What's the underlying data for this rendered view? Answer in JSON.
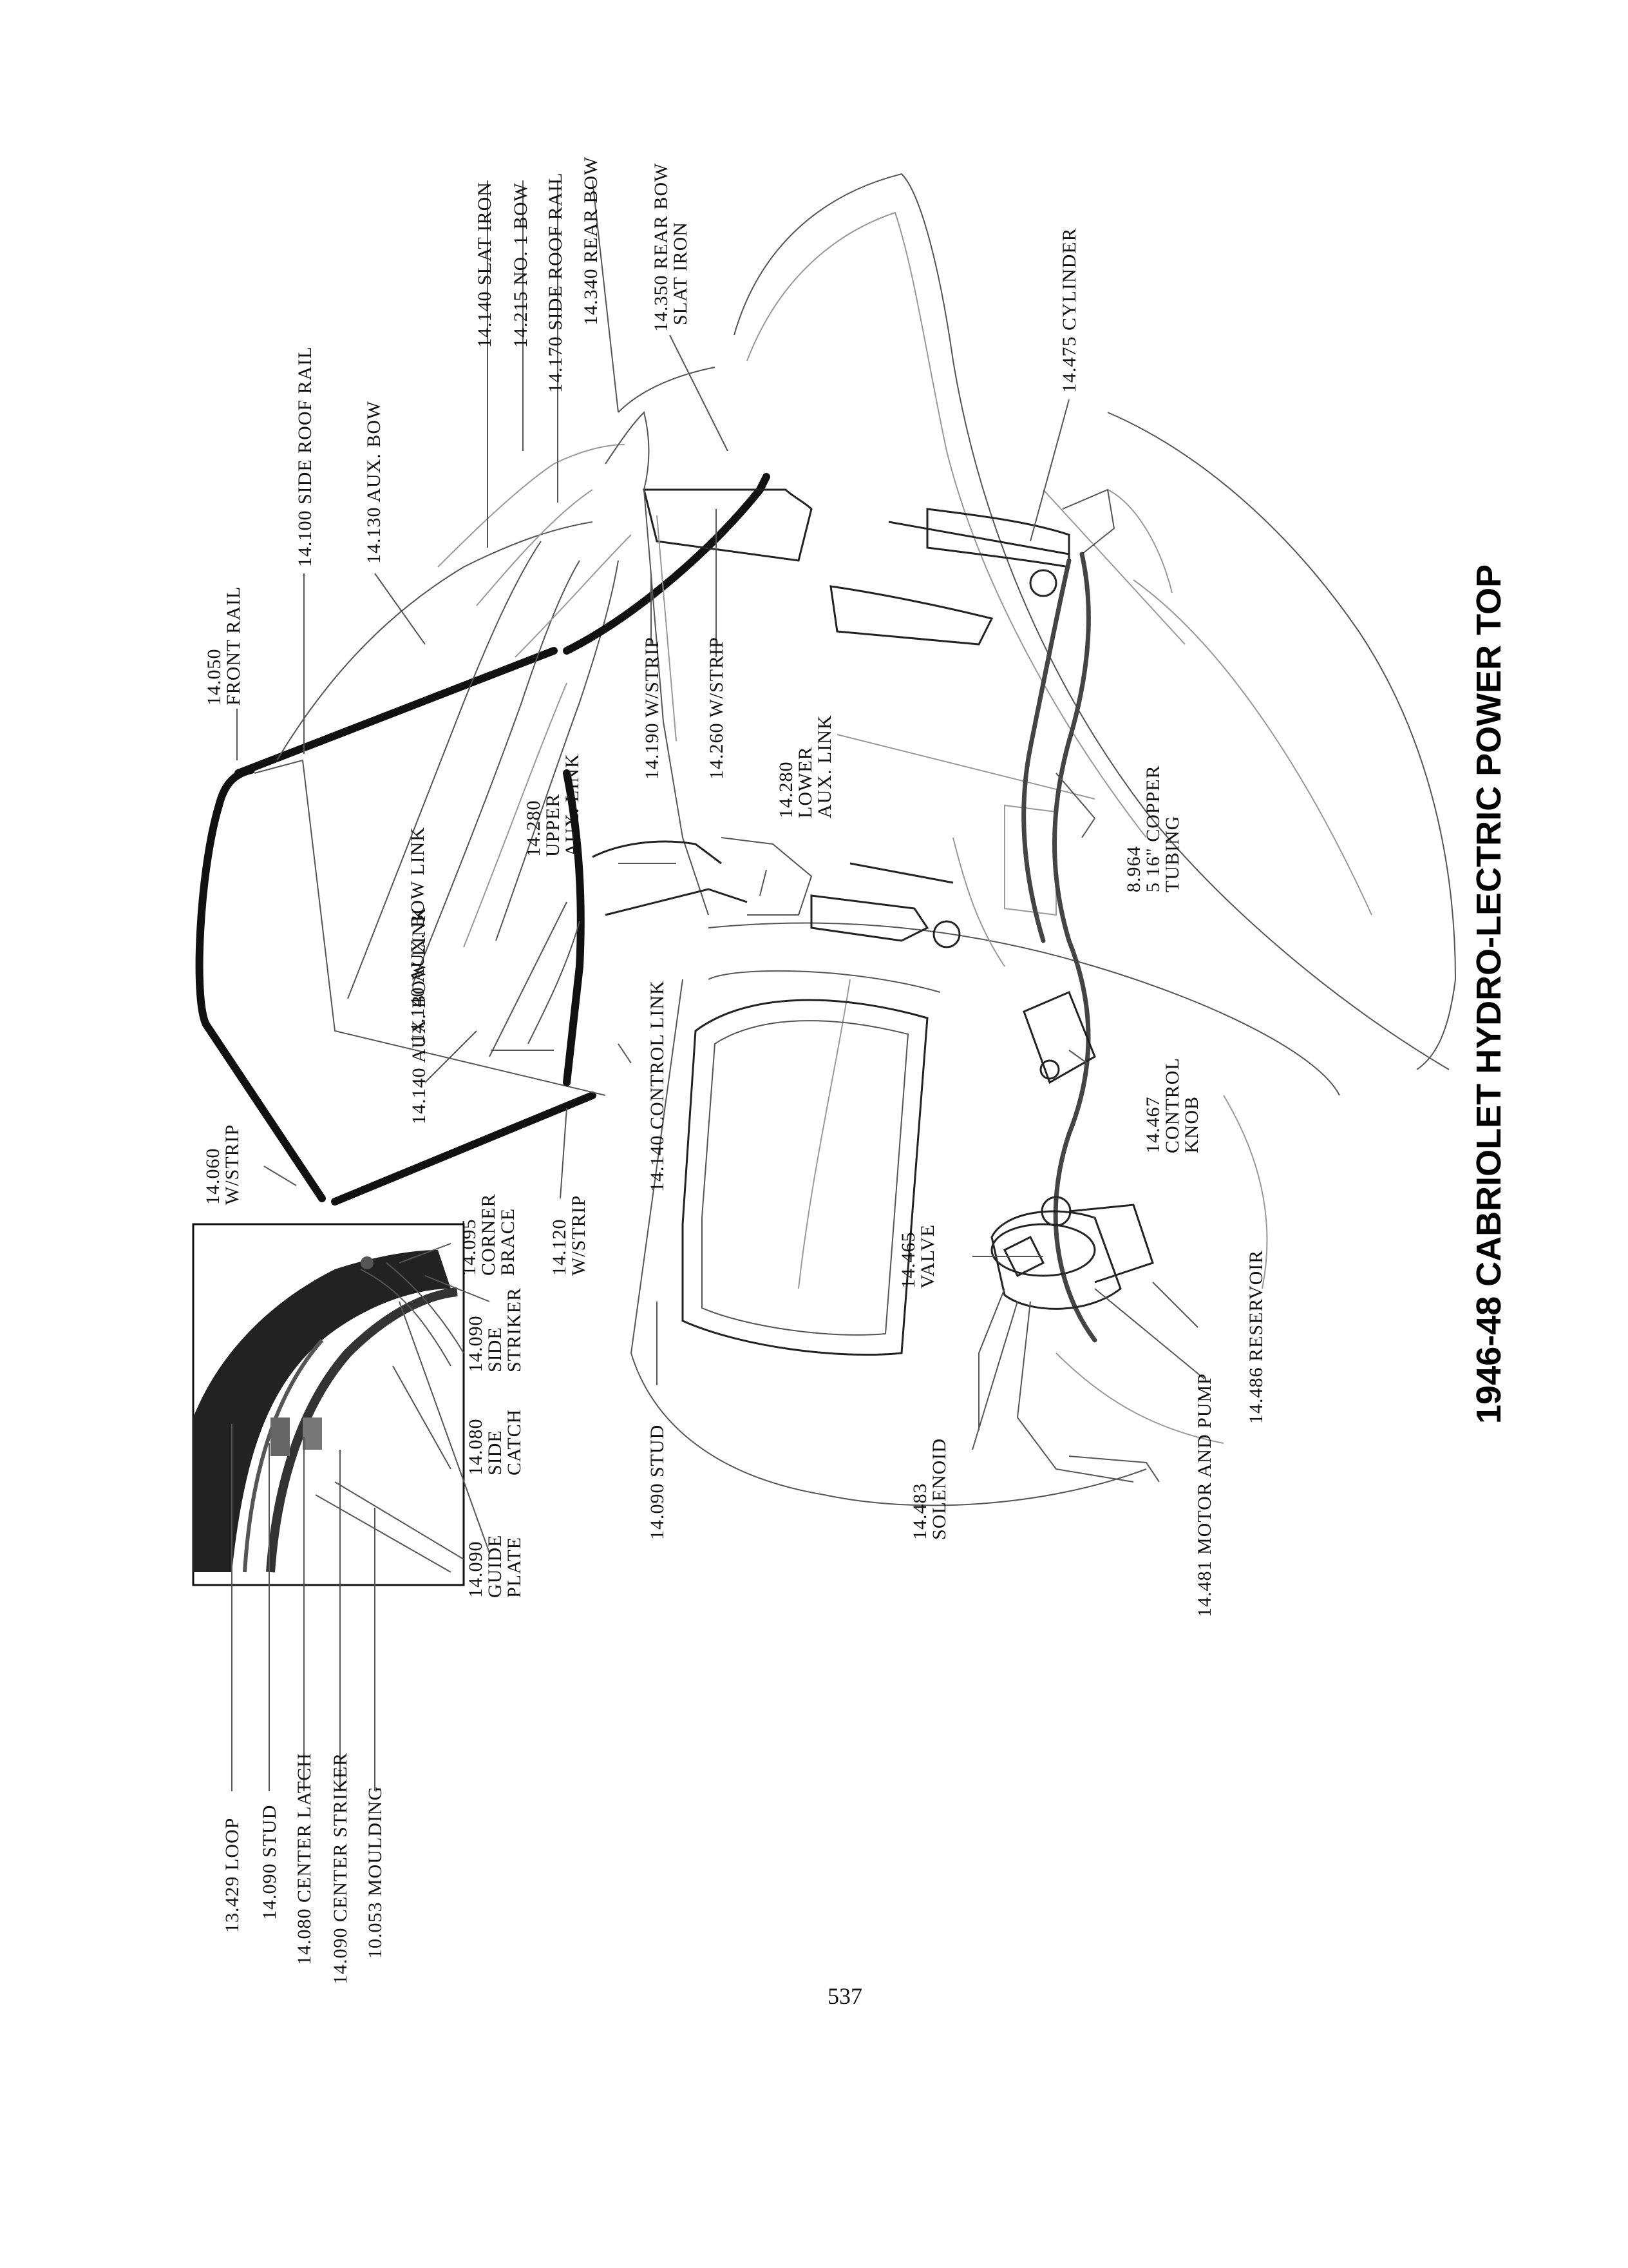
{
  "title": "1946-48 CABRIOLET HYDRO-LECTRIC POWER TOP",
  "page_number": "537",
  "callouts": {
    "slat_iron": "14.140 SLAT IRON",
    "no1_bow": "14.215 NO. 1 BOW",
    "side_roof_rail_top": "14.170 SIDE ROOF RAIL",
    "rear_bow": "14.340 REAR BOW",
    "rear_bow_slat_iron_1": "14.350 REAR BOW",
    "rear_bow_slat_iron_2": "SLAT IRON",
    "cylinder": "14.475 CYLINDER",
    "side_roof_rail": "14.100 SIDE ROOF RAIL",
    "aux_bow": "14.130 AUX. BOW",
    "front_rail_1": "14.050",
    "front_rail_2": "FRONT RAIL",
    "w_strip_190": "14.190 W/STRIP",
    "w_strip_260": "14.260 W/STRIP",
    "upper_aux_1": "14.280",
    "upper_aux_2": "UPPER",
    "upper_aux_3": "AUX. LINK",
    "lower_aux_1": "14.280",
    "lower_aux_2": "LOWER",
    "lower_aux_3": "AUX. LINK",
    "copper_1": "8.964",
    "copper_2": "5 16\" COPPER",
    "copper_3": "TUBING",
    "aux_bow_link": "14.140 AUX. BOW LINK",
    "control_link": "14.140 CONTROL LINK",
    "control_knob_1": "14.467",
    "control_knob_2": "CONTROL",
    "control_knob_3": "KNOB",
    "w_strip_060_1": "14.060",
    "w_strip_060_2": "W/STRIP",
    "corner_brace_1": "14.095",
    "corner_brace_2": "CORNER",
    "corner_brace_3": "BRACE",
    "w_strip_120_1": "14.120",
    "w_strip_120_2": "W/STRIP",
    "side_striker_1": "14.090",
    "side_striker_2": "SIDE",
    "side_striker_3": "STRIKER",
    "valve_1": "14.465",
    "valve_2": "VALVE",
    "reservoir": "14.486 RESERVOIR",
    "motor_pump": "14.481 MOTOR AND PUMP",
    "side_catch_1": "14.080",
    "side_catch_2": "SIDE",
    "side_catch_3": "CATCH",
    "guide_plate_1": "14.090",
    "guide_plate_2": "GUIDE",
    "guide_plate_3": "PLATE",
    "stud_main": "14.090 STUD",
    "solenoid_1": "14.483",
    "solenoid_2": "SOLENOID",
    "loop": "13.429 LOOP",
    "stud_inset": "14.090 STUD",
    "center_latch": "14.080 CENTER LATCH",
    "center_striker": "14.090 CENTER STRIKER",
    "moulding": "10.053 MOULDING"
  }
}
